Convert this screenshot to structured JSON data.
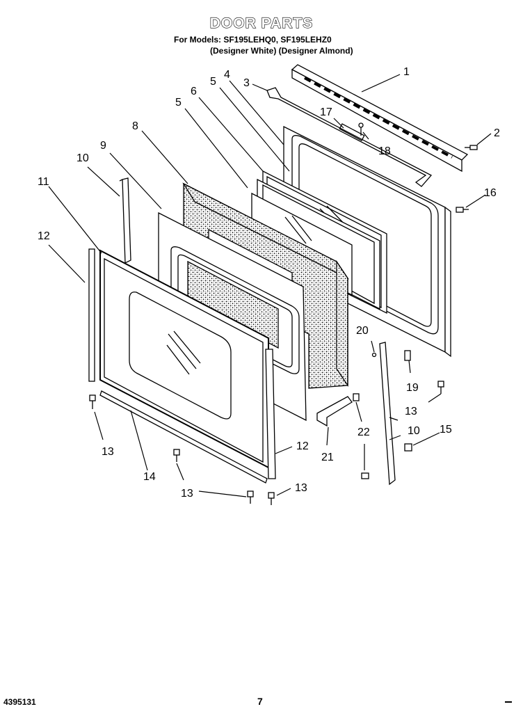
{
  "header": {
    "title": "DOOR PARTS",
    "models_line1": "For Models: SF195LEHQ0, SF195LEHZ0",
    "models_line2": "(Designer White) (Designer Almond)"
  },
  "callouts": {
    "c1": "1",
    "c2": "2",
    "c3": "3",
    "c4": "4",
    "c5a": "5",
    "c5b": "5",
    "c6": "6",
    "c8": "8",
    "c9": "9",
    "c10a": "10",
    "c10b": "10",
    "c11": "11",
    "c12a": "12",
    "c12b": "12",
    "c13a": "13",
    "c13b": "13",
    "c13c": "13",
    "c13d": "13",
    "c14": "14",
    "c15": "15",
    "c16": "16",
    "c17": "17",
    "c18": "18",
    "c19": "19",
    "c20": "20",
    "c21": "21",
    "c22": "22"
  },
  "footer": {
    "part_number": "4395131",
    "page_number": "7"
  }
}
